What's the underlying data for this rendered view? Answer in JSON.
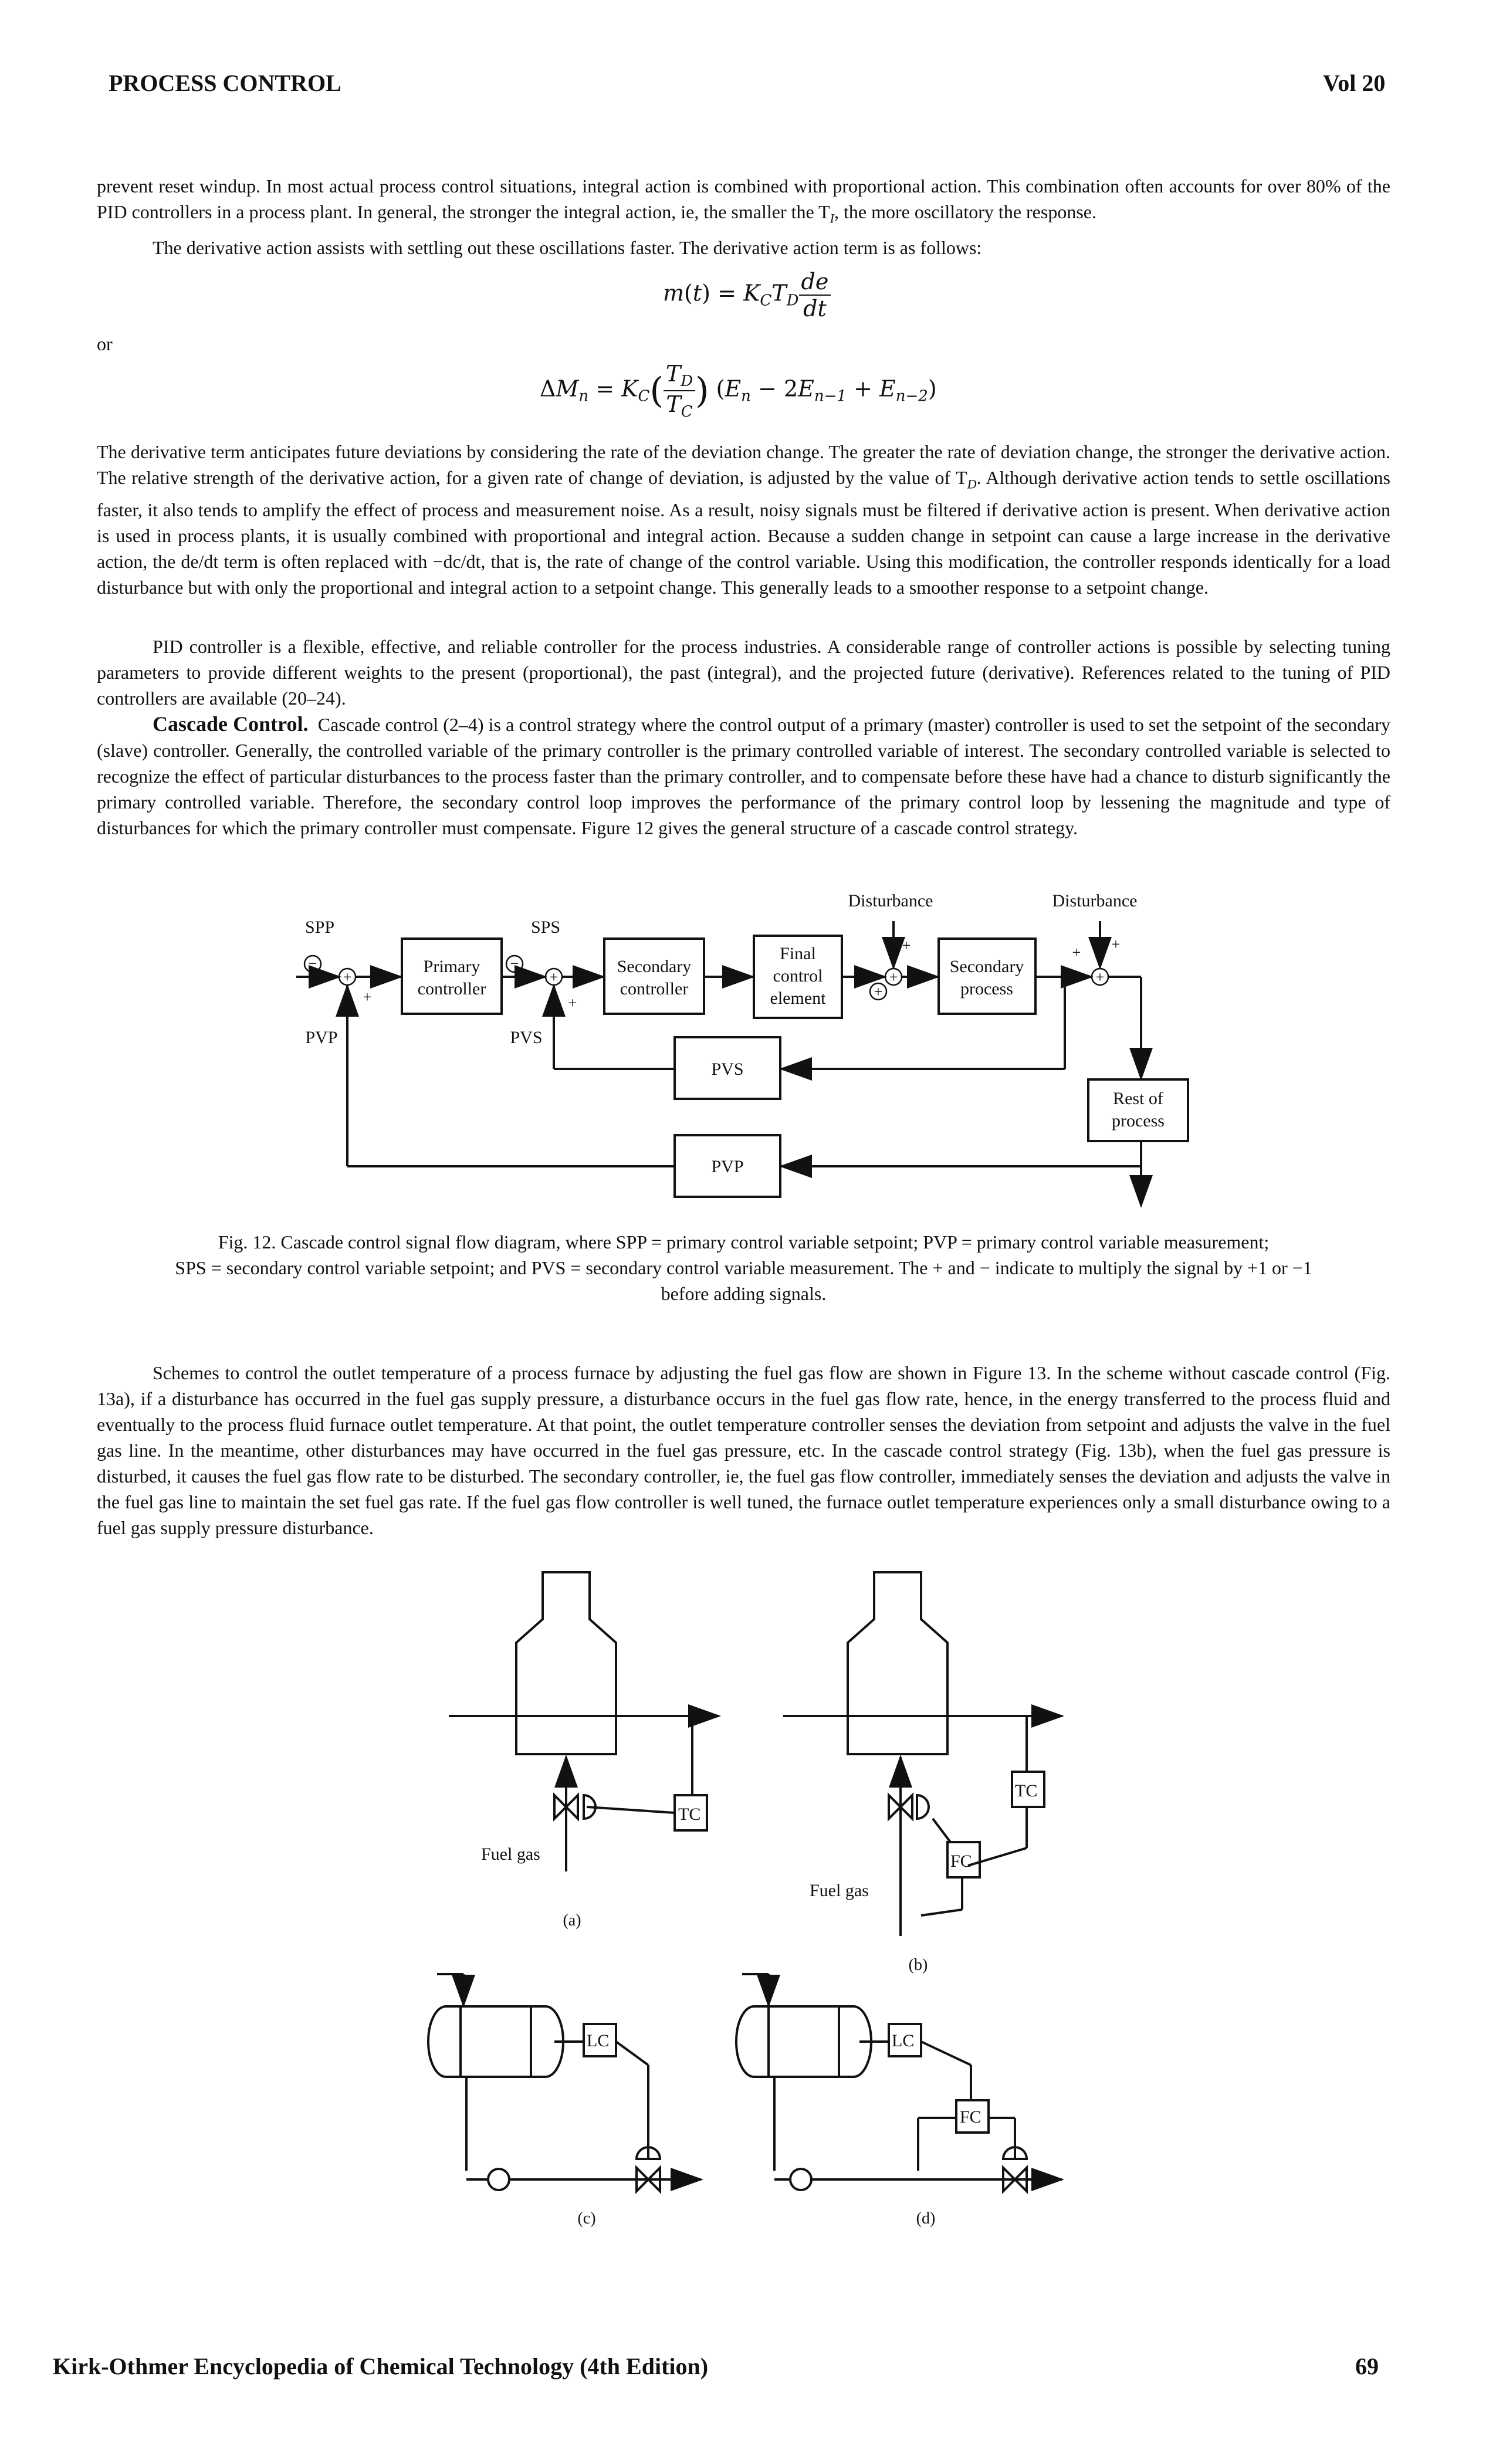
{
  "header": {
    "section_title": "PROCESS CONTROL",
    "volume": "Vol 20"
  },
  "paragraphs": {
    "p1": "prevent reset windup. In most actual process control situations, integral action is combined with proportional action. This combination often accounts for over 80% of the PID controllers in a process plant. In general, the stronger the integral action, ie, the smaller the T",
    "p1_sub": "I",
    "p1_end": ", the more oscillatory the response.",
    "p2": "The derivative action assists with settling out these oscillations faster. The derivative action term is as follows:",
    "or_text": "or",
    "p3_a": "The derivative term anticipates future deviations by considering the rate of the deviation change. The greater the rate of deviation change, the stronger the derivative action. The relative strength of the derivative action, for a given rate of change of deviation, is adjusted by the value of T",
    "p3_sub": "D",
    "p3_b": ". Although derivative action tends to settle oscillations faster, it also tends to amplify the effect of process and measurement noise. As a result, noisy signals must be filtered if derivative action is present. When derivative action is used in process plants, it is usually combined with proportional and integral action. Because a sudden change in setpoint can cause a large increase in the derivative action, the de/dt term is often replaced with −dc/dt, that is, the rate of change of the control variable. Using this modification, the controller responds identically for a load disturbance but with only the proportional and integral action to a setpoint change. This generally leads to a smoother response to a setpoint change.",
    "p4": "PID controller is a flexible, effective, and reliable controller for the process industries. A considerable range of controller actions is possible by selecting tuning parameters to provide different weights to the present (proportional), the past (integral), and the projected future (derivative). References related to the tuning of PID controllers are available (20–24).",
    "p5_heading": "Cascade Control.",
    "p5": "Cascade control (2–4) is a control strategy where the control output of a primary (master) controller is used to set the setpoint of the secondary (slave) controller. Generally, the controlled variable of the primary controller is the primary controlled variable of interest. The secondary controlled variable is selected to recognize the effect of particular disturbances to the process faster than the primary controller, and to compensate before these have had a chance to disturb significantly the primary controlled variable. Therefore, the secondary control loop improves the performance of the primary control loop by lessening the magnitude and type of disturbances for which the primary controller must compensate. Figure 12 gives the general structure of a cascade control strategy.",
    "p6": "Schemes to control the outlet temperature of a process furnace by adjusting the fuel gas flow are shown in Figure 13. In the scheme without cascade control (Fig. 13a), if a disturbance has occurred in the fuel gas supply pressure, a disturbance occurs in the fuel gas flow rate, hence, in the energy transferred to the process fluid and eventually to the process fluid furnace outlet temperature. At that point, the outlet temperature controller senses the deviation from setpoint and adjusts the valve in the fuel gas line. In the meantime, other disturbances may have occurred in the fuel gas pressure, etc. In the cascade control strategy (Fig. 13b), when the fuel gas pressure is disturbed, it causes the fuel gas flow rate to be disturbed. The secondary controller, ie, the fuel gas flow controller, immediately senses the deviation and adjusts the valve in the fuel gas line to maintain the set fuel gas rate. If the fuel gas flow controller is well tuned, the furnace outlet temperature experiences only a small disturbance owing to a fuel gas supply pressure disturbance."
  },
  "fig12": {
    "spp": "SPP",
    "sps": "SPS",
    "pvp": "PVP",
    "pvs": "PVS",
    "disturbance1": "Disturbance",
    "disturbance2": "Disturbance",
    "primary_controller": [
      "Primary",
      "controller"
    ],
    "secondary_controller": [
      "Secondary",
      "controller"
    ],
    "final_control_element": [
      "Final",
      "control",
      "element"
    ],
    "secondary_process": [
      "Secondary",
      "process"
    ],
    "rest_of_process": [
      "Rest of",
      "process"
    ],
    "pvs_block": "PVS",
    "pvp_block": "PVP",
    "caption_line1": "Fig. 12. Cascade control signal flow diagram, where SPP = primary control variable setpoint; PVP = primary control variable measurement;",
    "caption_line2": "SPS = secondary control variable setpoint; and PVS = secondary control variable measurement. The + and − indicate to multiply the signal by +1 or −1",
    "caption_line3": "before adding signals."
  },
  "fig13": {
    "fuel_gas_a": "Fuel gas",
    "fuel_gas_b": "Fuel gas",
    "tc": "TC",
    "fc": "FC",
    "lc": "LC",
    "label_a": "(a)",
    "label_b": "(b)",
    "label_c": "(c)",
    "label_d": "(d)"
  },
  "footer": {
    "book_title": "Kirk-Othmer Encyclopedia of Chemical Technology (4th Edition)",
    "page_number": "69"
  }
}
